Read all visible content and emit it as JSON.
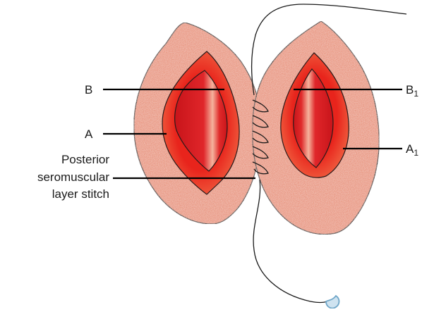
{
  "diagram": {
    "labels": {
      "b": "B",
      "a": "A",
      "b1_main": "B",
      "b1_sub": "1",
      "a1_main": "A",
      "a1_sub": "1",
      "stitch_line1": "Posterior",
      "stitch_line2": "seromuscular",
      "stitch_line3": "layer stitch"
    },
    "colors": {
      "serosa": "#e7967f",
      "serosa_edge": "#c9705c",
      "mucosa_ring": "#f05a3a",
      "lumen": "#d81e1e",
      "lumen_highlight": "#f4a892",
      "suture": "#1a1a1a",
      "needle": "#6fa6c8"
    }
  }
}
